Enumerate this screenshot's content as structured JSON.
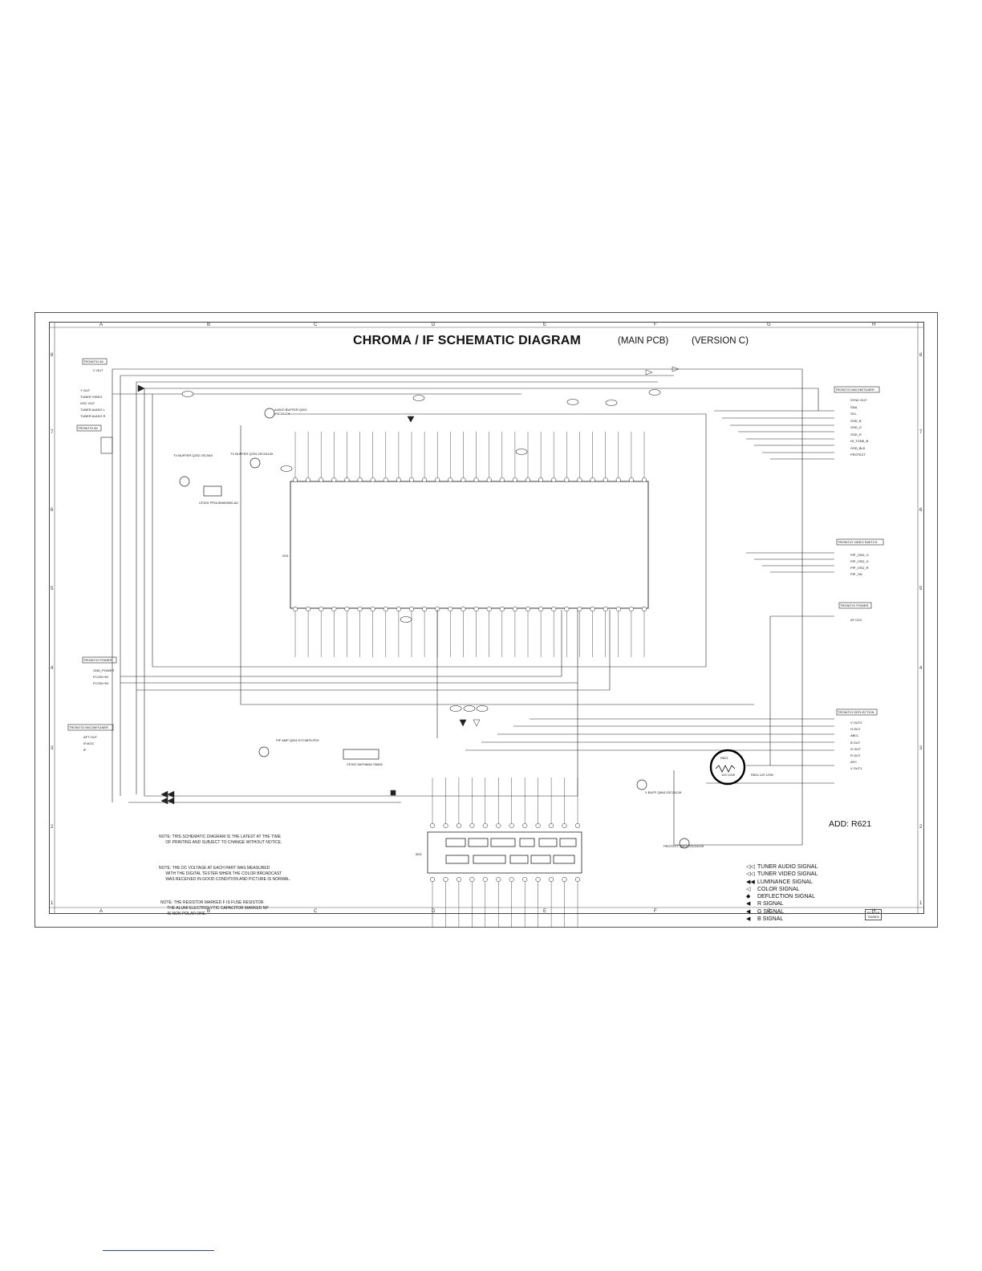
{
  "diagram": {
    "title": "CHROMA / IF SCHEMATIC DIAGRAM",
    "board": "(MAIN PCB)",
    "version": "(VERSION C)",
    "add_note": "ADD: R621"
  },
  "grid": {
    "columns": [
      "A",
      "B",
      "C",
      "D",
      "E",
      "F",
      "G",
      "H"
    ],
    "rows": [
      "8",
      "7",
      "6",
      "5",
      "4",
      "3",
      "2",
      "1"
    ]
  },
  "connectors": [
    {
      "label": "TRONIT/O AV",
      "pins": [
        "C OUT"
      ]
    },
    {
      "label": "TRONIT/O AV",
      "pins": [
        "Y OUT",
        "TUNER VIDEO",
        "OSC OUT",
        "TUNER AUDIO L",
        "TUNER AUDIO R"
      ]
    },
    {
      "label": "TRONIT/O POWER",
      "pins": [
        "GND_POWER",
        "P.CON+5V",
        "P.CON+5V"
      ]
    },
    {
      "label": "TRONIT/O MICOM/TUNER",
      "pins": [
        "AFT OUT",
        "IF/AGC",
        "IF"
      ]
    },
    {
      "label": "TRONIT/O MICOM/TUNER",
      "pins": [
        "SYNC OUT",
        "SDA",
        "SCL",
        "OSD_B",
        "OSD_G",
        "OSD_R",
        "HI_TONE_B",
        "OSD_BLK",
        "PROTECT"
      ]
    },
    {
      "label": "TRONIT/O VIDEO SWITCH",
      "pins": [
        "PIP_OSD_G",
        "PIP_OSD_G",
        "PIP_OSD_R",
        "PIP_ON"
      ]
    },
    {
      "label": "TRONIT/O POWER",
      "pins": [
        "AT+12V"
      ]
    },
    {
      "label": "TRONIT/O DEFLECTION",
      "pins": [
        "V OUT2",
        "H OUT",
        "ABCL",
        "B OUT",
        "G OUT",
        "R OUT",
        "AFC",
        "V OUT1"
      ]
    }
  ],
  "components": {
    "tv_buffer": "TV BUFFER Q202 2SC945",
    "audio_buffer": "AUDIO BUFFER Q201 2SC2412K",
    "tv_buffer2": "TV BUFFER Q203 2SC2412K",
    "saw_filter": "CF203 TPS4.5MW3000-A0",
    "chroma_ic": "I201",
    "pif_amp": "PIF AMP Q204 KTC3875-RTK",
    "saw": "CF202 SAFHM45.75M02",
    "deflection_ic": "I501",
    "protect": "PROTECT Q603 2SC2412K",
    "v_buffer": "V BUFF Q604 2SC2412K",
    "added_resistor": "R621",
    "added_resistor_value": "120 1/2W",
    "r624": "R624 120 1/2W"
  },
  "notes": [
    "NOTE: THIS SCHEMATIC DIAGRAM IS THE LATEST AT THE TIME\n      OF PRINTING AND SUBJECT TO CHANGE WITHOUT NOTICE.",
    "NOTE: THE DC VOLTAGE AT EACH PART WAS MEASURED\n      WITH THE DIGITAL TESTER WHEN THE COLOR BROADCAST\n      WAS RECEIVED IN GOOD CONDITION AND PICTURE IS NORMAL.",
    "NOTE: THE RESISTOR MARKED F IS FUSE RESISTOR.\n      THE ALUMI ELECTROLYTIC CAPACITOR MARKED NP\n      IS NON POLAR ONE."
  ],
  "legend": [
    {
      "symbol": "tuner-audio",
      "mark": "◁◁",
      "label": "TUNER AUDIO SIGNAL"
    },
    {
      "symbol": "tuner-video",
      "mark": "◁◁",
      "label": "TUNER VIDEO SIGNAL"
    },
    {
      "symbol": "luminance",
      "mark": "◀◀",
      "label": "LUMINANCE SIGNAL"
    },
    {
      "symbol": "color",
      "mark": "◁",
      "label": "COLOR SIGNAL"
    },
    {
      "symbol": "deflection",
      "mark": "◆",
      "label": "DEFLECTION SIGNAL"
    },
    {
      "symbol": "r",
      "mark": "◀",
      "label": "R SIGNAL"
    },
    {
      "symbol": "g",
      "mark": "◀",
      "label": "G SIGNAL"
    },
    {
      "symbol": "b",
      "mark": "◀",
      "label": "B SIGNAL"
    }
  ],
  "pcb_code": {
    "line1": "PCB01B",
    "line2": "TM4500"
  },
  "colors": {
    "line": "#222222",
    "paper": "#ffffff",
    "highlight": "#000000"
  }
}
